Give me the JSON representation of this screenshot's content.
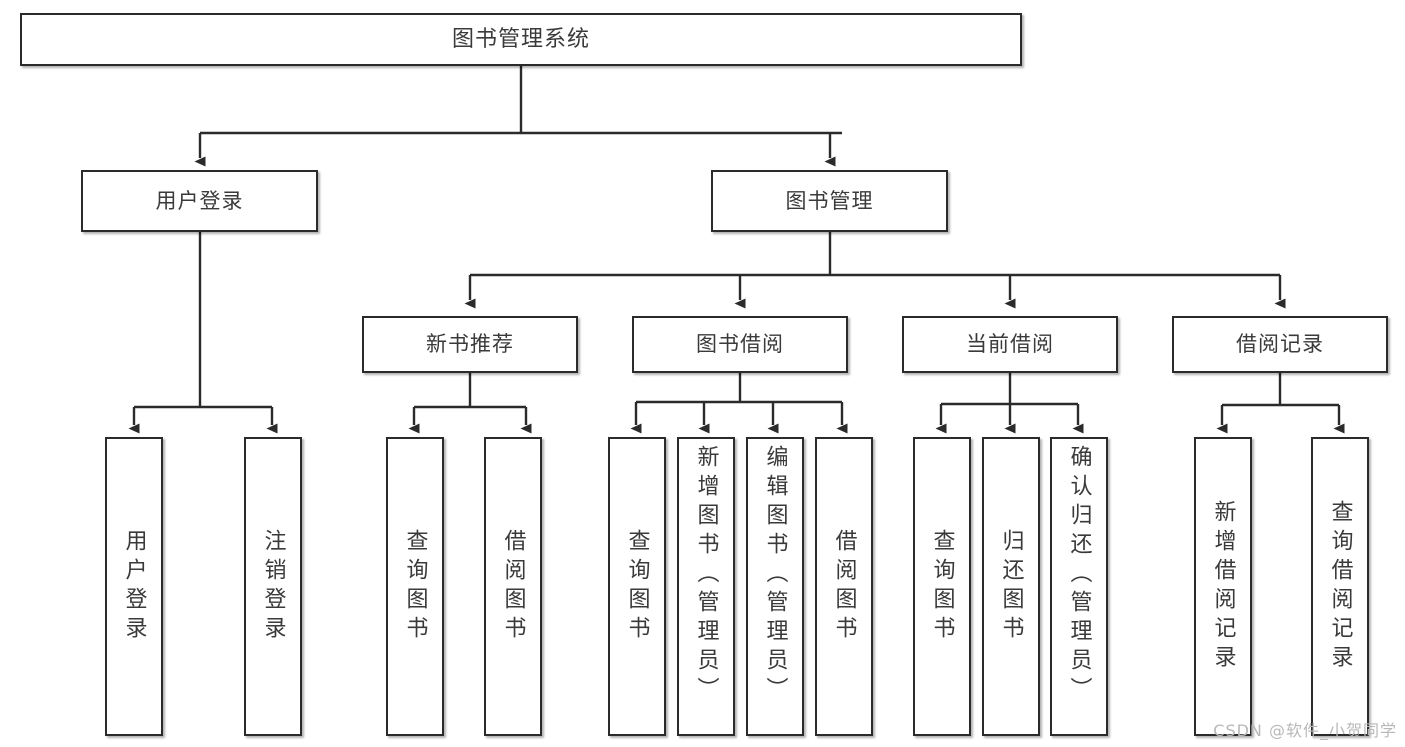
{
  "diagram": {
    "title": "图书管理系统",
    "type": "tree",
    "root": {
      "label": "图书管理系统"
    },
    "level2": [
      {
        "label": "用户登录"
      },
      {
        "label": "图书管理"
      }
    ],
    "level3": [
      {
        "label": "新书推荐"
      },
      {
        "label": "图书借阅"
      },
      {
        "label": "当前借阅"
      },
      {
        "label": "借阅记录"
      }
    ],
    "leaves": {
      "user_login": [
        {
          "label": "用户登录"
        },
        {
          "label": "注销登录"
        }
      ],
      "new_book": [
        {
          "label": "查询图书"
        },
        {
          "label": "借阅图书"
        }
      ],
      "book_borrow": [
        {
          "label": "查询图书"
        },
        {
          "label": "新增图书（管理员）"
        },
        {
          "label": "编辑图书（管理员）"
        },
        {
          "label": "借阅图书"
        }
      ],
      "current_borrow": [
        {
          "label": "查询图书"
        },
        {
          "label": "归还图书"
        },
        {
          "label": "确认归还（管理员）"
        }
      ],
      "borrow_record": [
        {
          "label": "新增借阅记录"
        },
        {
          "label": "查询借阅记录"
        }
      ]
    }
  },
  "watermark": {
    "text": "CSDN @软件_小贺同学"
  },
  "colors": {
    "border": "#2b2b2b",
    "text": "#3a3a3a",
    "background": "#ffffff",
    "watermark": "#b8b8b8"
  }
}
